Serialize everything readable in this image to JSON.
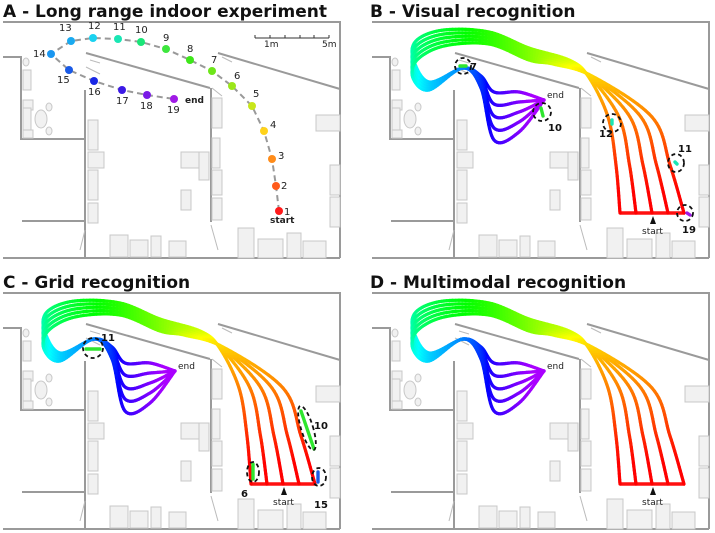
{
  "panels": [
    {
      "id": "a",
      "title": "A - Long range indoor experiment"
    },
    {
      "id": "b",
      "title": "B - Visual recognition"
    },
    {
      "id": "c",
      "title": "C - Grid recognition"
    },
    {
      "id": "d",
      "title": "D - Multimodal recognition"
    }
  ],
  "panel_a": {
    "start_label": "start",
    "end_label": "end",
    "scale_bar": {
      "min_label": "1m",
      "max_label": "5m"
    },
    "waypoints": [
      {
        "label": "1",
        "color": "#ff1a1a"
      },
      {
        "label": "2",
        "color": "#ff5a1a"
      },
      {
        "label": "3",
        "color": "#ff8c1a"
      },
      {
        "label": "4",
        "color": "#ffd21a"
      },
      {
        "label": "5",
        "color": "#c8e61a"
      },
      {
        "label": "6",
        "color": "#9be61a"
      },
      {
        "label": "7",
        "color": "#6ee61a"
      },
      {
        "label": "8",
        "color": "#3ee61a"
      },
      {
        "label": "9",
        "color": "#3ee63e"
      },
      {
        "label": "10",
        "color": "#1ae678"
      },
      {
        "label": "11",
        "color": "#1ae6b4"
      },
      {
        "label": "12",
        "color": "#1ad2f0"
      },
      {
        "label": "13",
        "color": "#1aaaf0"
      },
      {
        "label": "14",
        "color": "#1a96f0"
      },
      {
        "label": "15",
        "color": "#1a5ae6"
      },
      {
        "label": "16",
        "color": "#1a28e6"
      },
      {
        "label": "17",
        "color": "#3c1ae6"
      },
      {
        "label": "18",
        "color": "#7a1ae6"
      },
      {
        "label": "19",
        "color": "#a01ae6"
      }
    ]
  },
  "panel_b": {
    "start_label": "start",
    "end_label": "end",
    "errors": [
      "7",
      "10",
      "12",
      "11",
      "19"
    ]
  },
  "panel_c": {
    "start_label": "start",
    "end_label": "end",
    "errors": [
      "11",
      "10",
      "6",
      "15"
    ]
  },
  "panel_d": {
    "start_label": "start",
    "end_label": "end",
    "errors": []
  }
}
